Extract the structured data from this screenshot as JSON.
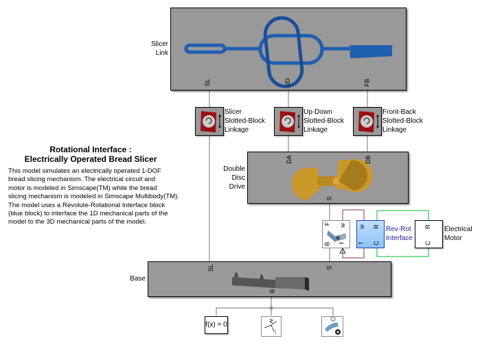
{
  "annotation": {
    "title_line1": "Rotational Interface :",
    "title_line2": "Electrically Operated Bread Slicer",
    "description": [
      "This model simulates an electrically operated 1-DOF",
      "bread slicing mechanism. The electrical circuit and",
      "motor is modeled in Simscape(TM) while the bread",
      "slicing mechanism is modeled in Simscape Multibody(TM).",
      "The model uses a Revolute-Rotational Interface block",
      "(blue block) to interface the 1D mechanical parts of the",
      "model to the 3D mechanical parts of the model."
    ]
  },
  "blocks": {
    "slicer_link": {
      "label_line1": "Slicer",
      "label_line2": "Link",
      "ports": [
        "SL",
        "UD",
        "FB"
      ]
    },
    "slicer_linkage": {
      "label": [
        "Slicer",
        "Slotted-Block",
        "Linkage"
      ]
    },
    "updown_linkage": {
      "label": [
        "Up-Down",
        "Slotted-Block",
        "Linkage"
      ]
    },
    "frontback_linkage": {
      "label": [
        "Front-Back",
        "Slotted-Block",
        "Linkage"
      ]
    },
    "double_disc": {
      "label": [
        "Double",
        "Disc",
        "Drive"
      ],
      "ports": [
        "DA",
        "DB",
        "S"
      ]
    },
    "revolute_joint": {
      "ports": [
        "F",
        "B",
        "w",
        "t"
      ]
    },
    "rev_rot": {
      "label": [
        "Rev-Rot",
        "Interface"
      ],
      "ports": [
        "w",
        "R",
        "t",
        "C"
      ],
      "color": "#1a1aaa"
    },
    "motor": {
      "label": [
        "Electrical",
        "Motor"
      ],
      "ports": [
        "R",
        "C"
      ]
    },
    "base": {
      "label": "Base",
      "ports": [
        "SL",
        "S",
        "B"
      ]
    },
    "solver": {
      "label": "f(x) = 0"
    },
    "mech_config": {
      "icon": "gravity-config-icon"
    },
    "world_frame": {
      "icon": "world-frame-gear-icon"
    }
  },
  "colors": {
    "mech_wire": "#888888",
    "signal_wire": "#a05050",
    "elec_wire": "#33cc55",
    "link_blue": "#1f5fb0",
    "disc_gold": "#c9992a"
  }
}
